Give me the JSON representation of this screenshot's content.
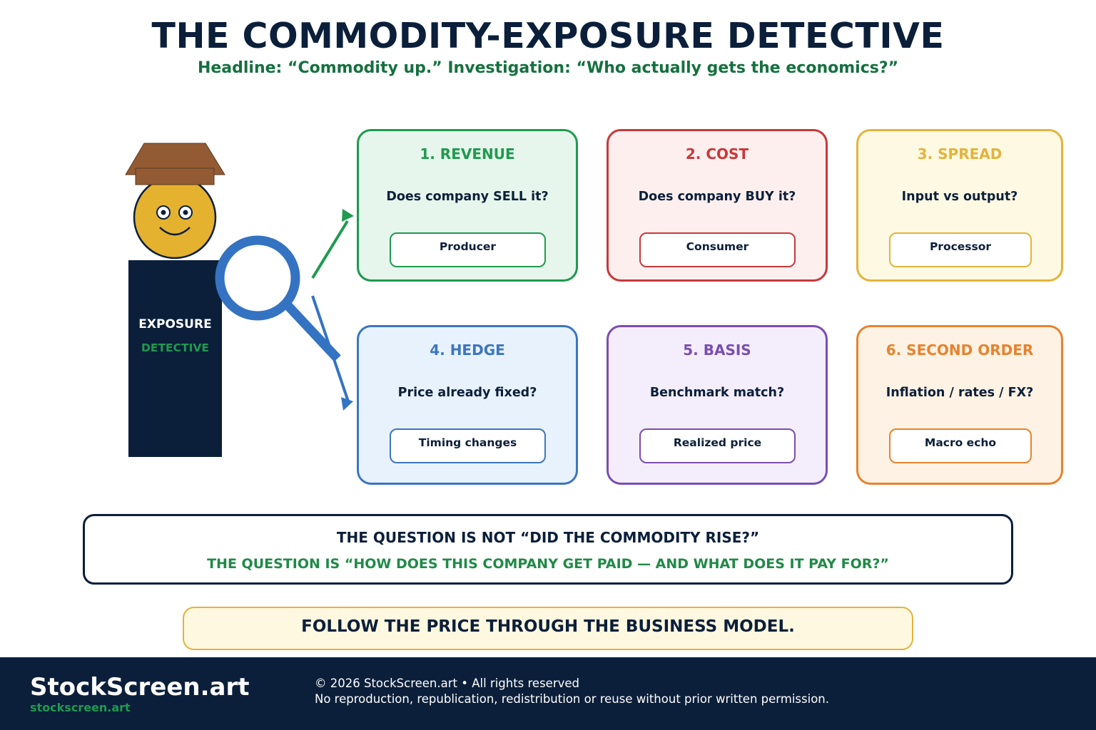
{
  "header": {
    "title": "THE COMMODITY-EXPOSURE DETECTIVE",
    "subtitle": "Headline: “Commodity up.” Investigation: “Who actually gets the economics?”"
  },
  "detective": {
    "label_line1": "EXPOSURE",
    "label_line2": "DETECTIVE"
  },
  "cards": [
    {
      "title": "1. REVENUE",
      "question": "Does company SELL it?",
      "tag": "Producer",
      "color": "#1f9a4f",
      "bg": "#e6f6ec"
    },
    {
      "title": "2. COST",
      "question": "Does company BUY it?",
      "tag": "Consumer",
      "color": "#c7393a",
      "bg": "#feefef"
    },
    {
      "title": "3. SPREAD",
      "question": "Input vs output?",
      "tag": "Processor",
      "color": "#e4b33c",
      "bg": "#fef9e3"
    },
    {
      "title": "4. HEDGE",
      "question": "Price already fixed?",
      "tag": "Timing changes",
      "color": "#3c76bd",
      "bg": "#e8f2fd"
    },
    {
      "title": "5. BASIS",
      "question": "Benchmark match?",
      "tag": "Realized price",
      "color": "#7a4eb0",
      "bg": "#f4eefc"
    },
    {
      "title": "6. SECOND ORDER",
      "question": "Inflation / rates / FX?",
      "tag": "Macro echo",
      "color": "#e6832e",
      "bg": "#fef2e4"
    }
  ],
  "question_box": {
    "line1": "THE QUESTION IS NOT “DID THE COMMODITY RISE?”",
    "line2": "THE QUESTION IS “HOW DOES THIS COMPANY GET PAID — AND WHAT DOES IT PAY FOR?”"
  },
  "callout": "FOLLOW THE PRICE THROUGH THE BUSINESS MODEL.",
  "footer": {
    "brand": "StockScreen.art",
    "brand_url": "stockscreen.art",
    "copyright": "© 2026 StockScreen.art • All rights reserved",
    "rights": "No reproduction, republication, redistribution or reuse without prior written permission."
  },
  "colors": {
    "navy": "#0b1f3a",
    "green": "#1f9a4f",
    "face": "#e4b22f",
    "hat": "#925b33",
    "lens": "#3473c2"
  }
}
